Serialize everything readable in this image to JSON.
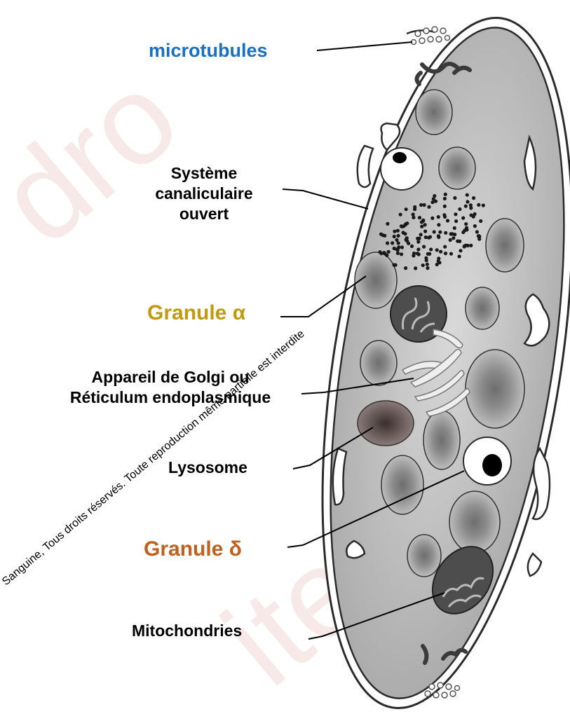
{
  "labels": {
    "microtubules": "microtubules",
    "canalicular_1": "Système",
    "canalicular_2": "canaliculaire",
    "canalicular_3": "ouvert",
    "granule_alpha": "Granule α",
    "golgi_1": "Appareil de Golgi ou",
    "golgi_2": "Réticulum endoplasmique",
    "lysosome": "Lysosome",
    "granule_delta": "Granule δ",
    "mitochondria": "Mitochondries"
  },
  "watermark": {
    "text": "Sanguine, Tous droits réservés. Toute reproduction même partielle est interdite"
  },
  "colors": {
    "microtubules_label": "#1a6fbf",
    "granule_alpha_label": "#c09a12",
    "granule_delta_label": "#c0601e",
    "cell_fill": "#b5b5b5",
    "cell_outline": "#2b2b2b"
  }
}
